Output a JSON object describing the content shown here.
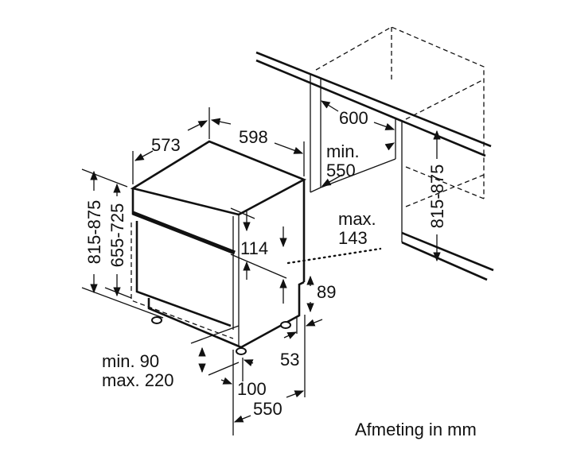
{
  "diagram": {
    "title": "Dishwasher installation dimensions",
    "unit_note": "Afmeting in mm",
    "labels": {
      "depth": "573",
      "width": "598",
      "niche_width": "600",
      "niche_depth_min": "min.",
      "niche_depth_val": "550",
      "height_range": "815-875",
      "height_range_low": "655-725",
      "niche_height_range": "815-875",
      "panel_max": "max.",
      "panel_max_val": "143",
      "panel_114": "114",
      "plinth_89": "89",
      "plinth_53": "53",
      "plinth_min": "min. 90",
      "plinth_max": "max. 220",
      "door_100": "100",
      "depth_550": "550"
    }
  }
}
